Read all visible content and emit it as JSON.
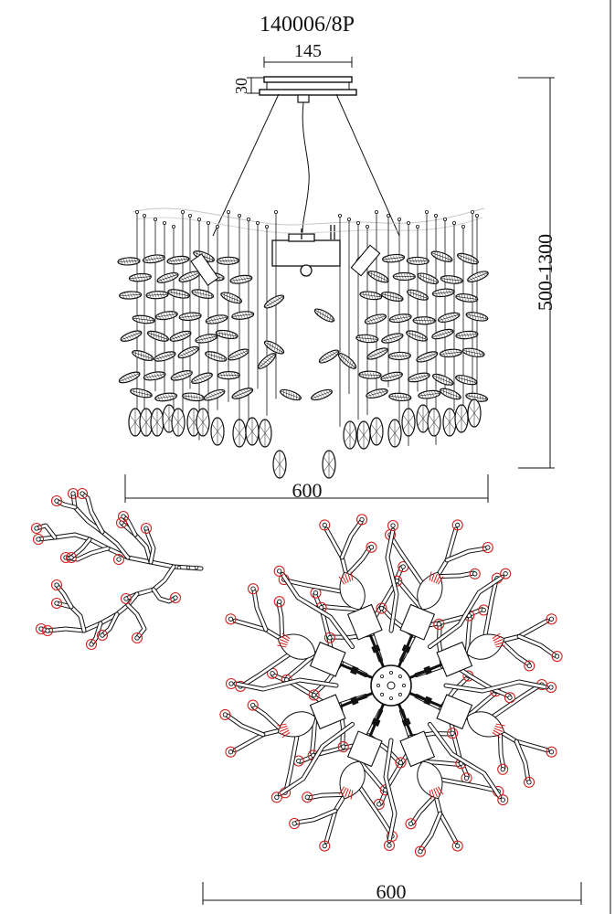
{
  "model": "140006/8P",
  "dimensions": {
    "canopy_width": "145",
    "canopy_height": "30",
    "drop_height": "500-1300",
    "side_width": "600",
    "top_width": "600"
  },
  "colors": {
    "line": "#111111",
    "accent": "#d42020",
    "ghost": "#bbbbbb"
  }
}
